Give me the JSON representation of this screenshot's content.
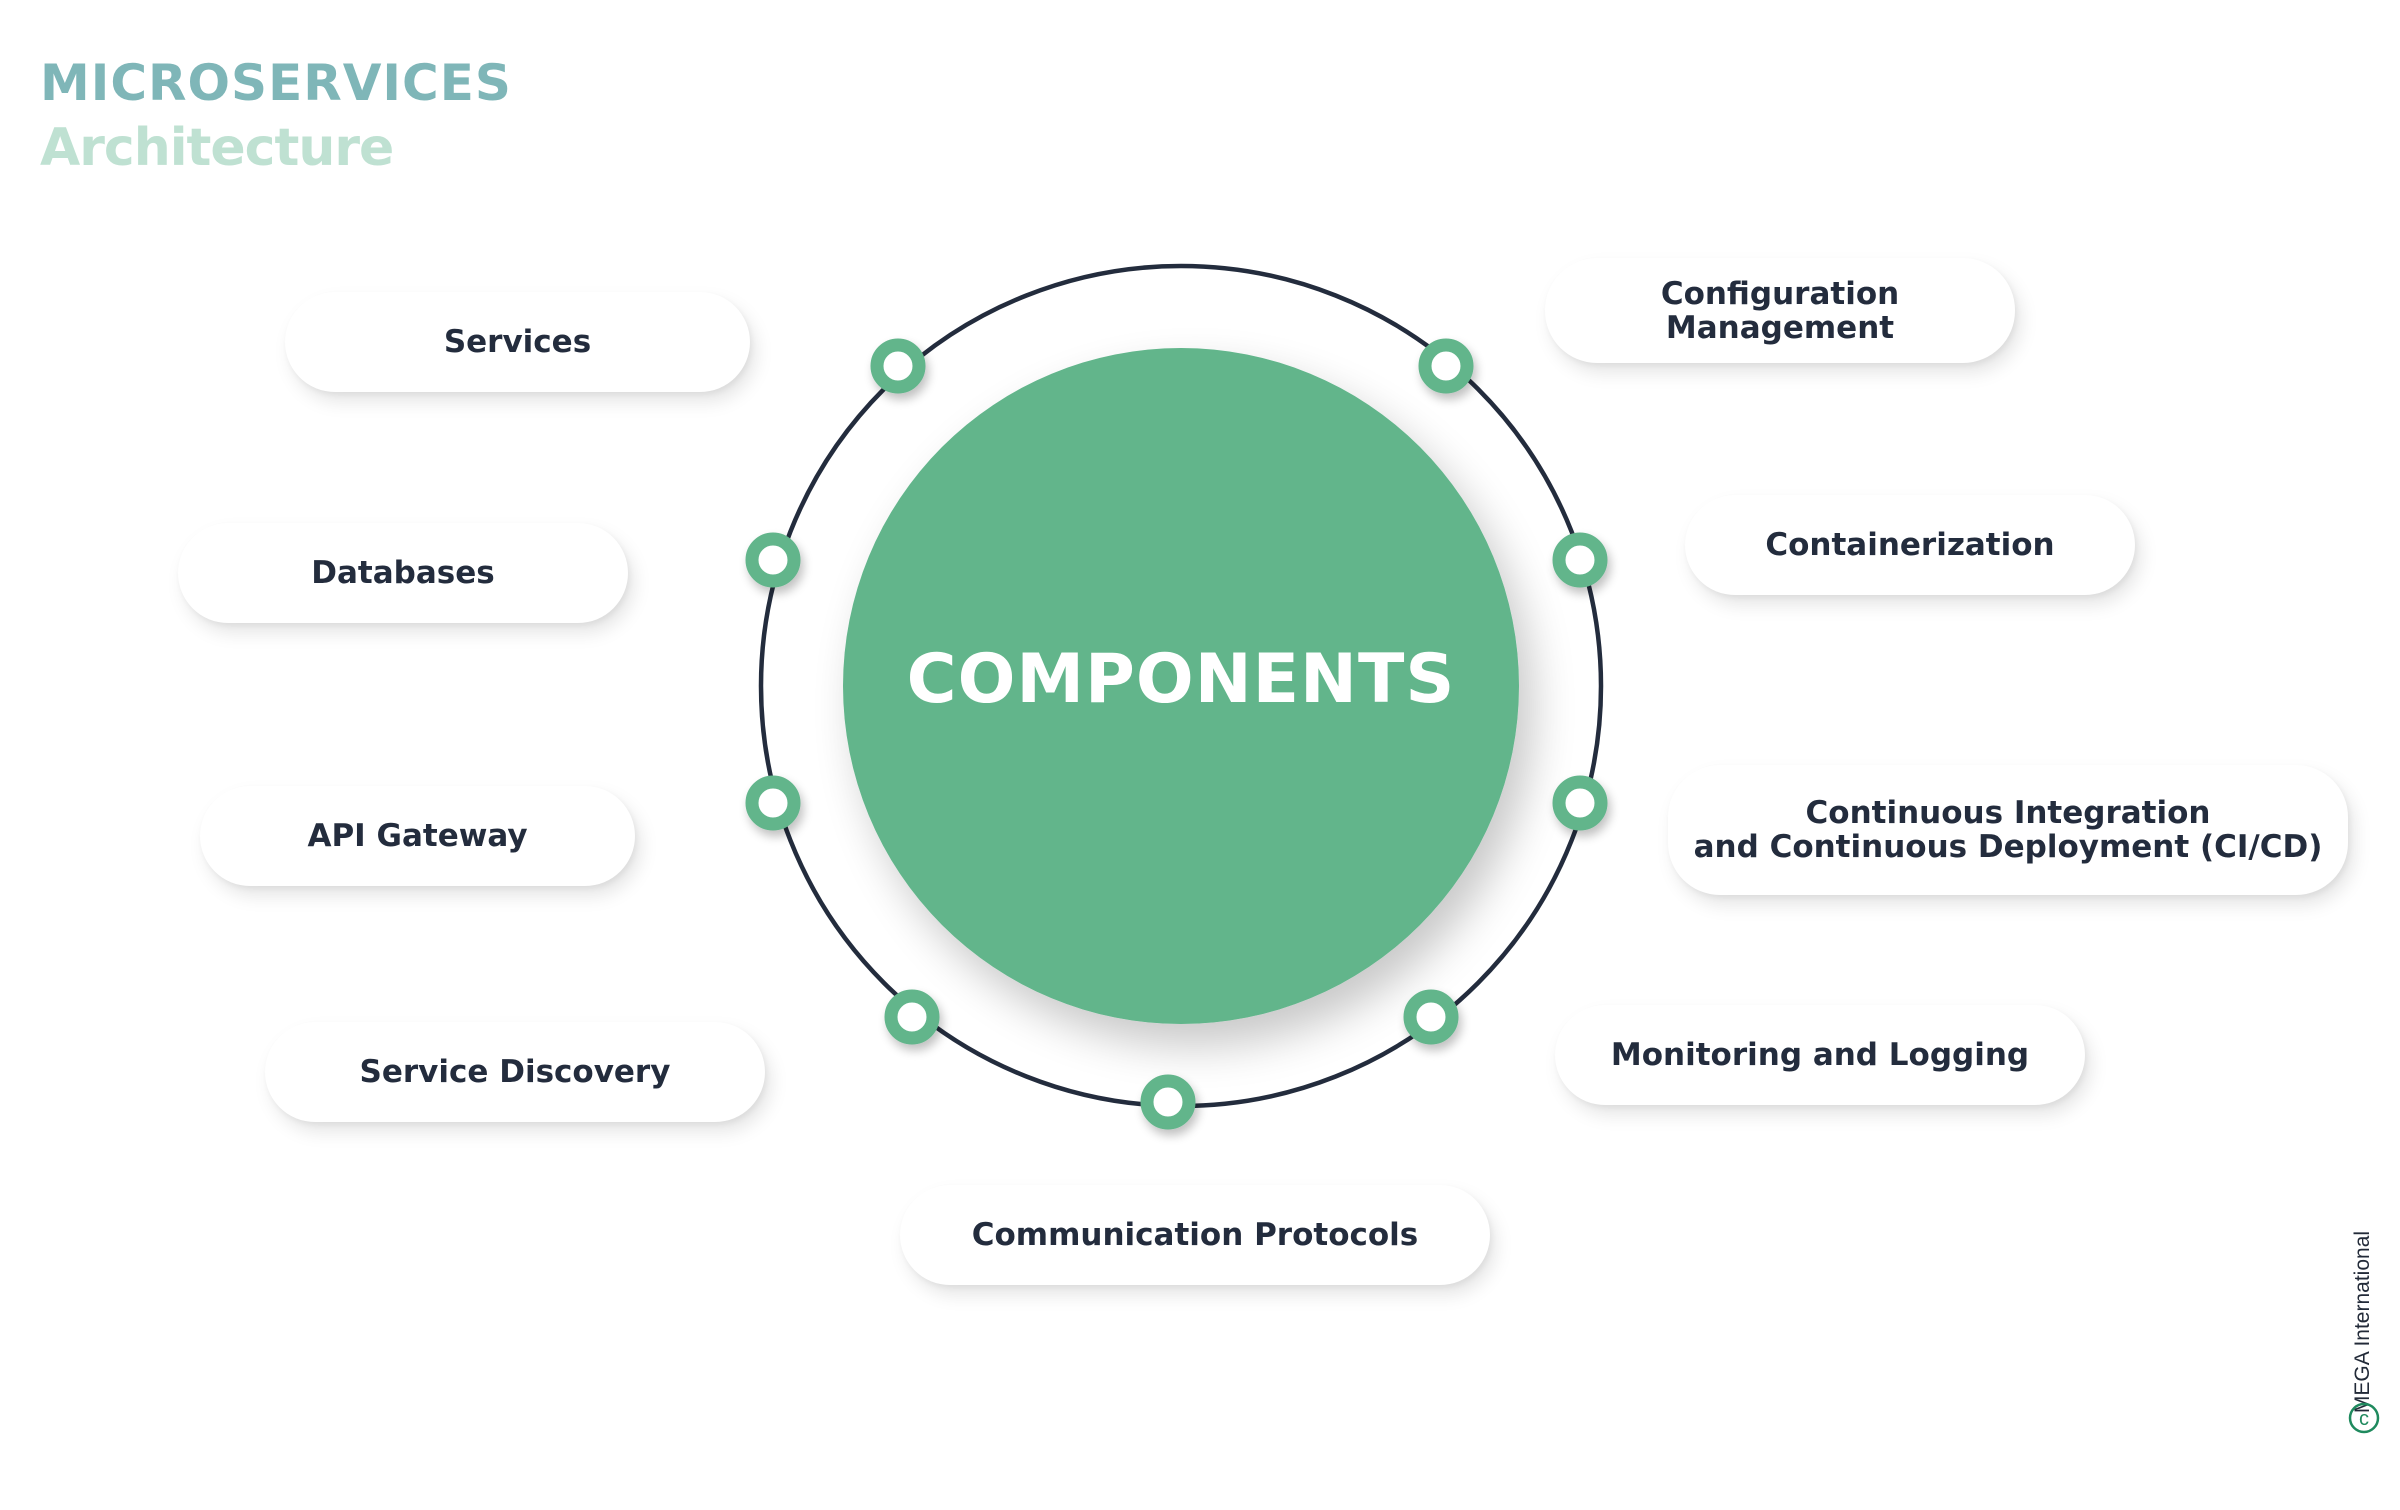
{
  "title": {
    "main": "MICROSERVICES",
    "sub": "Architecture"
  },
  "center": {
    "label": "COMPONENTS"
  },
  "components": {
    "services": "Services",
    "databases": "Databases",
    "api_gateway": "API Gateway",
    "service_discovery": "Service Discovery",
    "communication_protocols": "Communication Protocols",
    "configuration_management_line1": "Configuration",
    "configuration_management_line2": "Management",
    "containerization": "Containerization",
    "cicd_line1": "Continuous Integration",
    "cicd_line2": "and Continuous Deployment (CI/CD)",
    "monitoring_logging": "Monitoring and Logging"
  },
  "watermark": {
    "text": "MEGA International",
    "symbol": "c"
  },
  "colors": {
    "accent_green": "#62b58b",
    "ring": "#232c3d",
    "title_main": "#7fb6b8",
    "title_sub": "#bfe1d2",
    "label_text": "#232c3d"
  },
  "icons": {
    "node_marker": "ring-node-icon",
    "copyright": "copyright-icon"
  }
}
